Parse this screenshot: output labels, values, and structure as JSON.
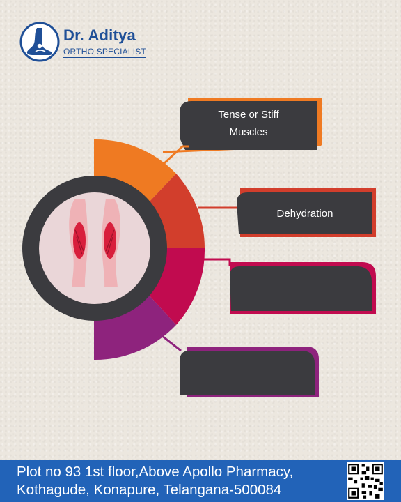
{
  "brand": {
    "name": "Dr. Aditya",
    "subtitle": "ORTHO SPECIALIST",
    "logo_icon": "foot-ankle-icon"
  },
  "colors": {
    "orange": "#ef7a22",
    "red": "#d23e2c",
    "crimson": "#c10b4f",
    "purple": "#8e237d",
    "dark_box": "#3b3b3f",
    "footer_blue": "#2263b8",
    "brand_blue": "#1f4f97"
  },
  "causes": [
    {
      "label": "Tense or Stiff\nMuscles",
      "line1": "Tense or Stiff",
      "line2": "Muscles"
    },
    {
      "label": "Dehydration"
    },
    {
      "label": ""
    },
    {
      "label": ""
    }
  ],
  "illustration": "calf-muscles-icon",
  "footer": {
    "line1": "Plot no 93 1st floor,Above Apollo Pharmacy,",
    "line2": "Kothagude, Konapure, Telangana-500084",
    "qr_icon": "qr-code-icon"
  }
}
